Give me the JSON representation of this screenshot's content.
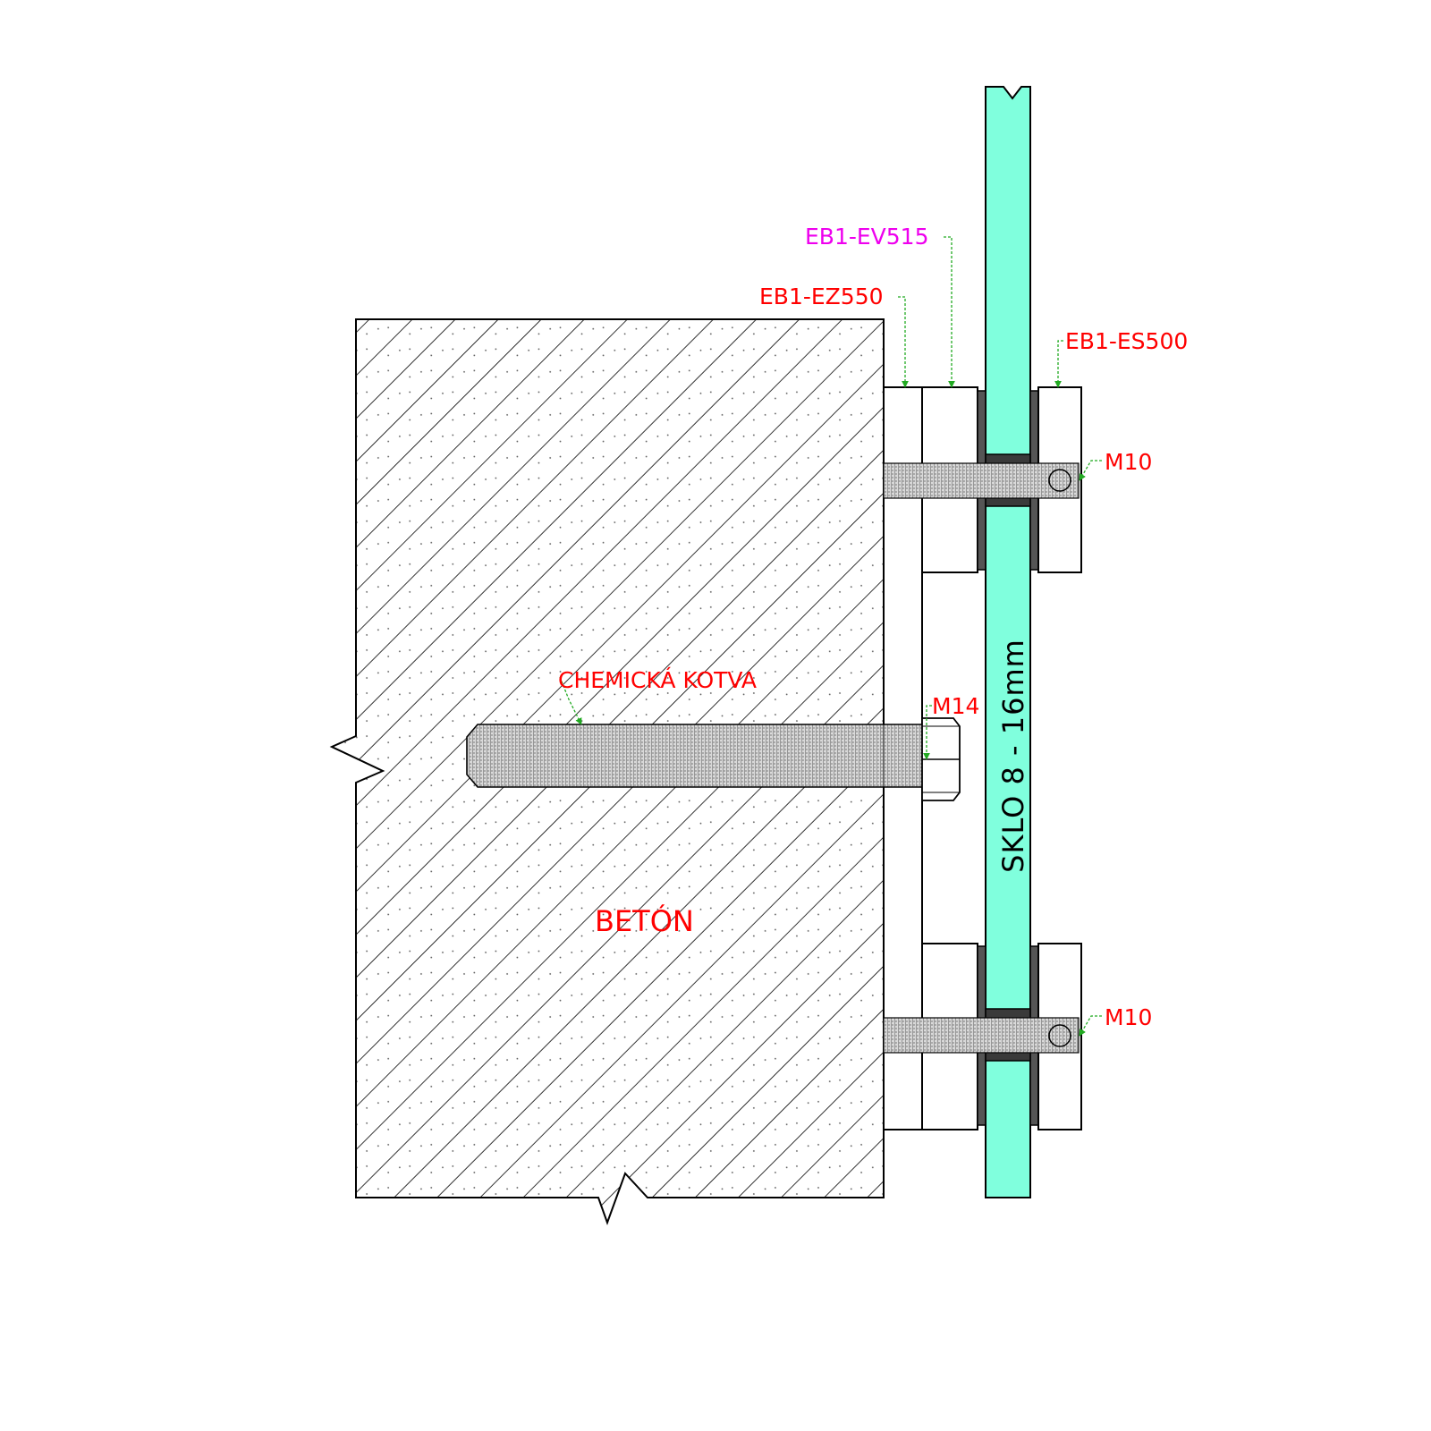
{
  "labels": {
    "ev515": "EB1-EV515",
    "ez550": "EB1-EZ550",
    "es500": "EB1-ES500",
    "m10_top": "M10",
    "m10_bottom": "M10",
    "m14": "M14",
    "anchor": "CHEMICKÁ KOTVA",
    "concrete": "BETÓN",
    "glass": "SKLO  8 - 16mm"
  },
  "colors": {
    "glass": "#80ffdd",
    "label_red": "#ff0000",
    "label_magenta": "#ee00ee",
    "leader_green": "#22aa22",
    "gasket": "#555555",
    "outline": "#000000"
  }
}
